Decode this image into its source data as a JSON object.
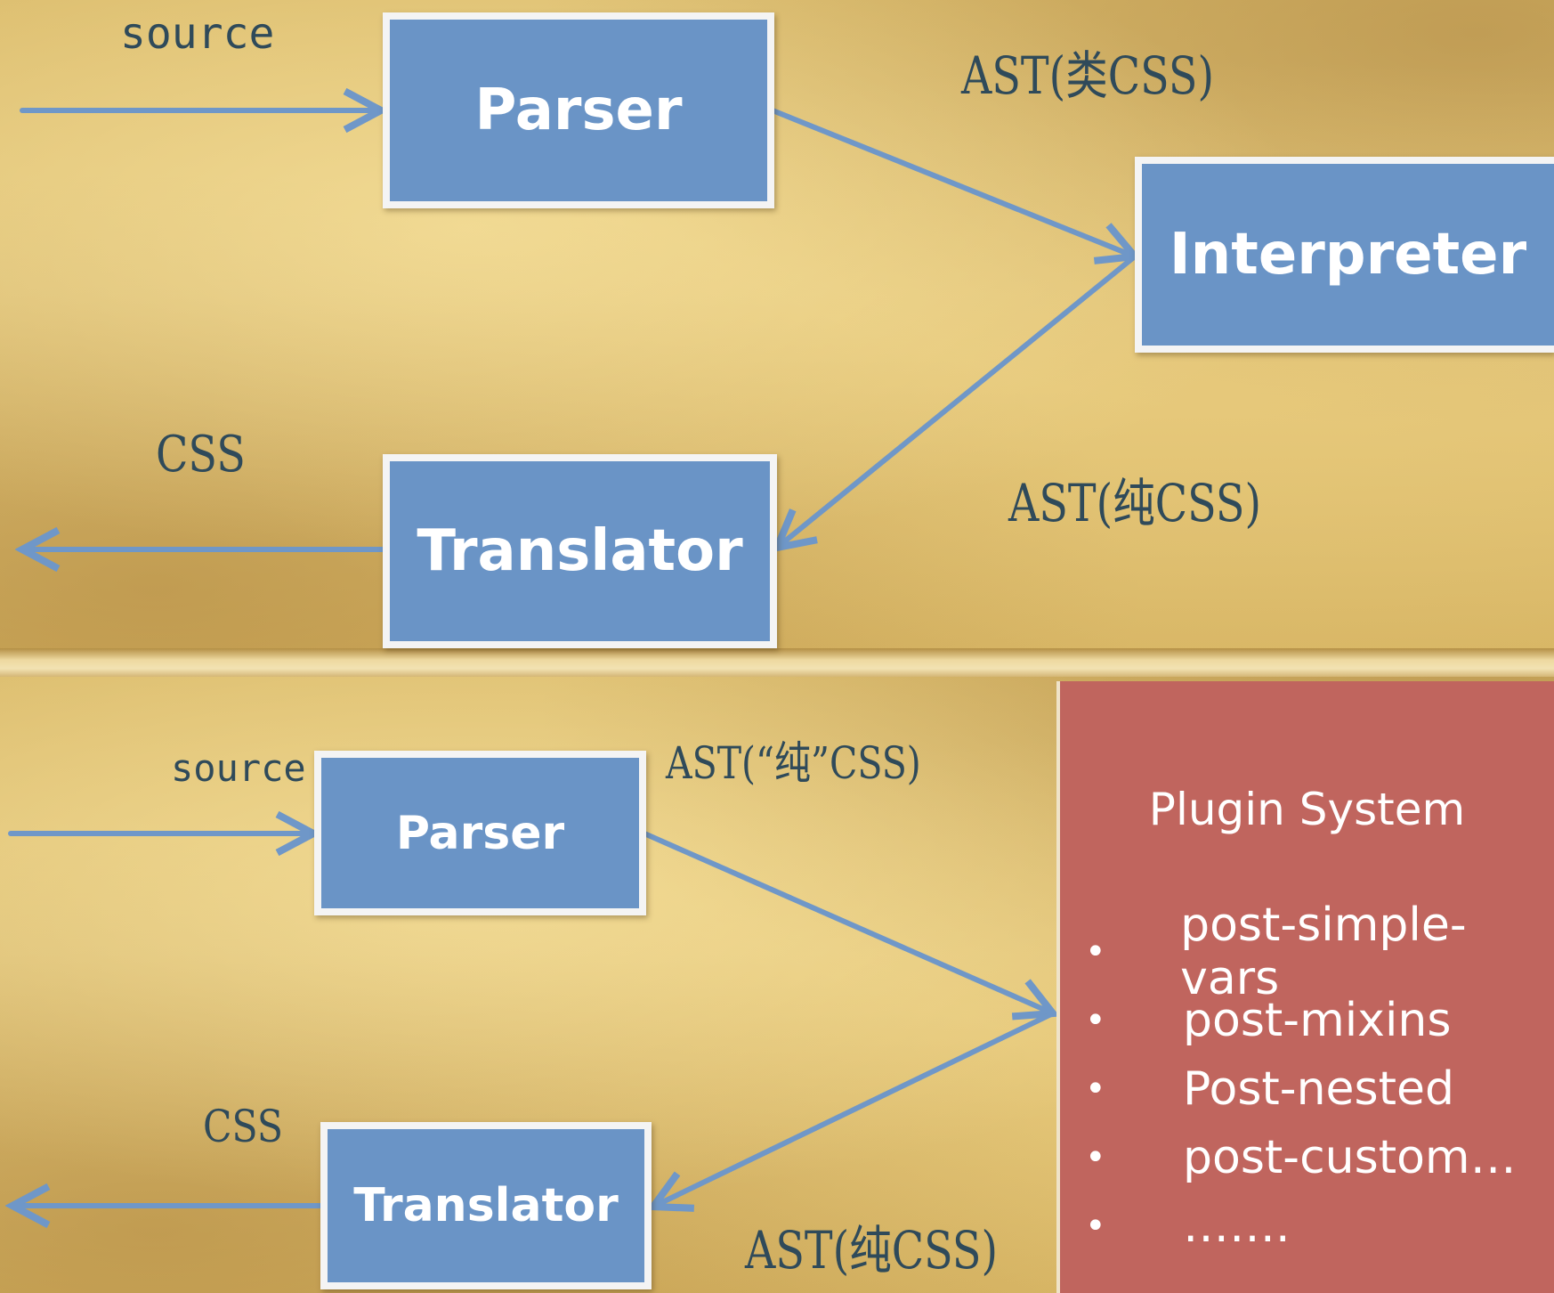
{
  "top": {
    "parser_label": "Parser",
    "interpreter_label": "Interpreter",
    "translator_label": "Translator",
    "source_label": "source",
    "css_label": "CSS",
    "ast_class_css_label": "AST(类CSS)",
    "ast_pure_css_label": "AST(纯CSS)"
  },
  "bottom": {
    "parser_label": "Parser",
    "translator_label": "Translator",
    "source_label": "source",
    "css_label": "CSS",
    "ast_quoted_pure_css_label": "AST(“纯”CSS)",
    "ast_pure_css_label": "AST(纯CSS)"
  },
  "plugin_system": {
    "title": "Plugin System",
    "items": [
      {
        "bullet": "•",
        "label": "post-simple-vars"
      },
      {
        "bullet": "•",
        "label": "post-mixins"
      },
      {
        "bullet": "•",
        "label": "Post-nested"
      },
      {
        "bullet": "•",
        "label": "post-custom…"
      },
      {
        "bullet": "•",
        "label": "……."
      }
    ]
  },
  "colors": {
    "box_fill": "#6a94c6",
    "box_border": "#f4f4f4",
    "arrow": "#6f97c8",
    "plugin_panel": "#c0655e",
    "label_text": "#2f4a5a"
  }
}
